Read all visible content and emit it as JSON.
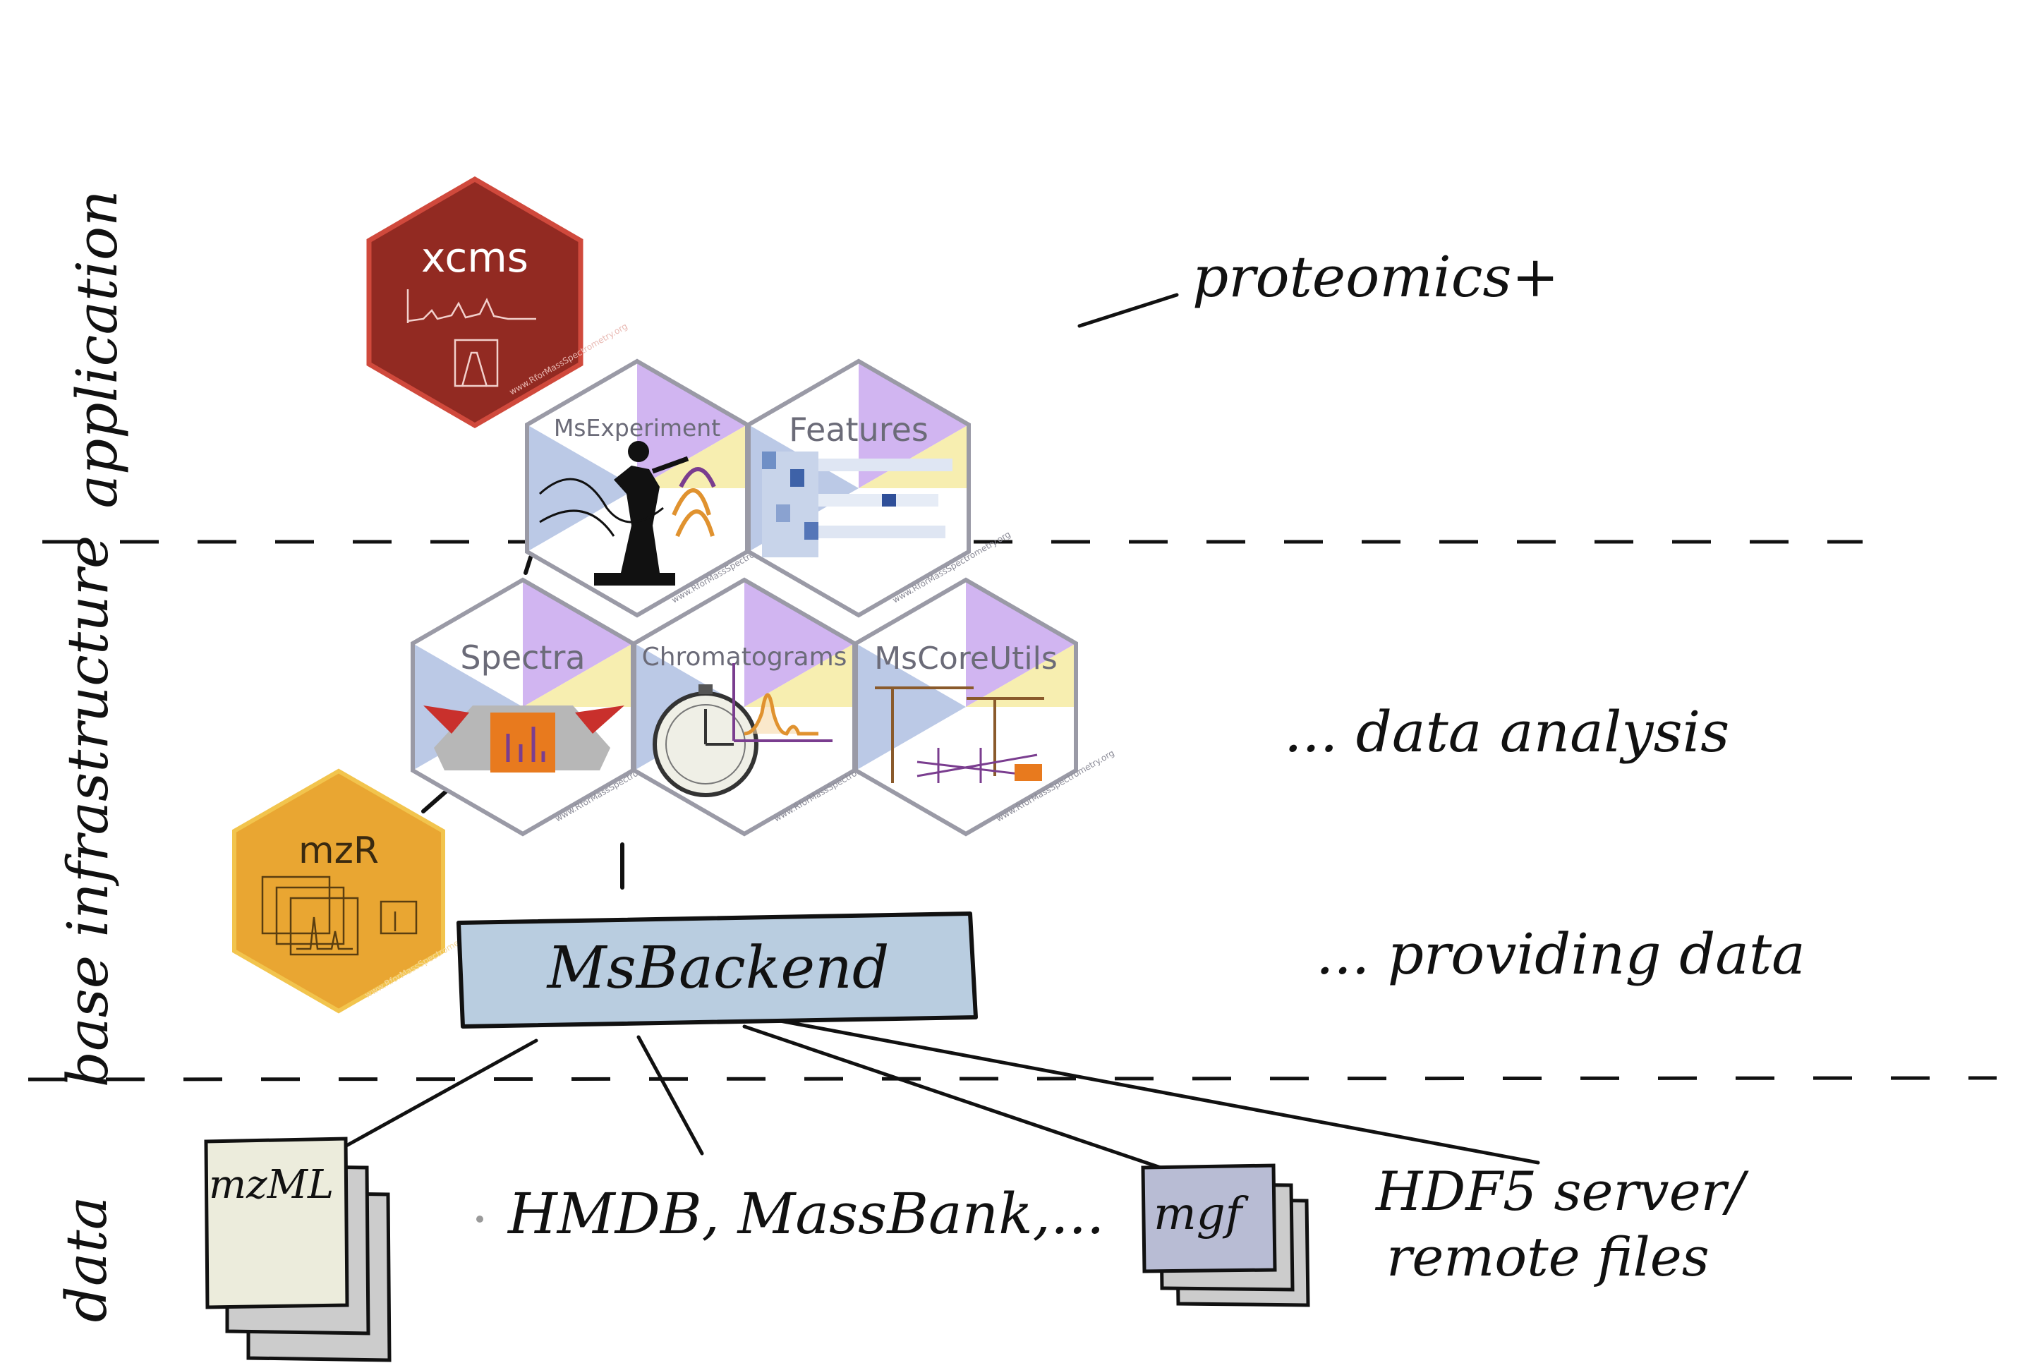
{
  "layers": {
    "application": "application",
    "base_infrastructure": "base infrastructure",
    "data": "data"
  },
  "annotations": {
    "proteomics": "proteomics+",
    "data_analysis": "... data analysis",
    "providing_data": "... providing data"
  },
  "packages": {
    "xcms": "xcms",
    "msexperiment": "MsExperiment",
    "features": "Features",
    "spectra": "Spectra",
    "chromatograms": "Chromatograms",
    "mscoreutils": "MsCoreUtils",
    "mzr": "mzR",
    "hex_footer": "www.RforMassSpectrometry.org"
  },
  "backend": {
    "label": "MsBackend"
  },
  "sources": {
    "mzml": "mzML",
    "hmdb": "HMDB, MassBank,...",
    "mgf": "mgf",
    "hdf5_line1": "HDF5 server/",
    "hdf5_line2": "remote files"
  },
  "colors": {
    "xcms": "#922a22",
    "mzr": "#e9a632",
    "backend": "#b9cde0",
    "mzml_paper": "#ececdc",
    "mgf_paper": "#b8bcd4",
    "stack_paper": "#cccccc",
    "hex_border": "#9a9aa6",
    "purple": "#c9a8ee",
    "yellow": "#f7eeb0",
    "blue": "#aabbe0"
  }
}
